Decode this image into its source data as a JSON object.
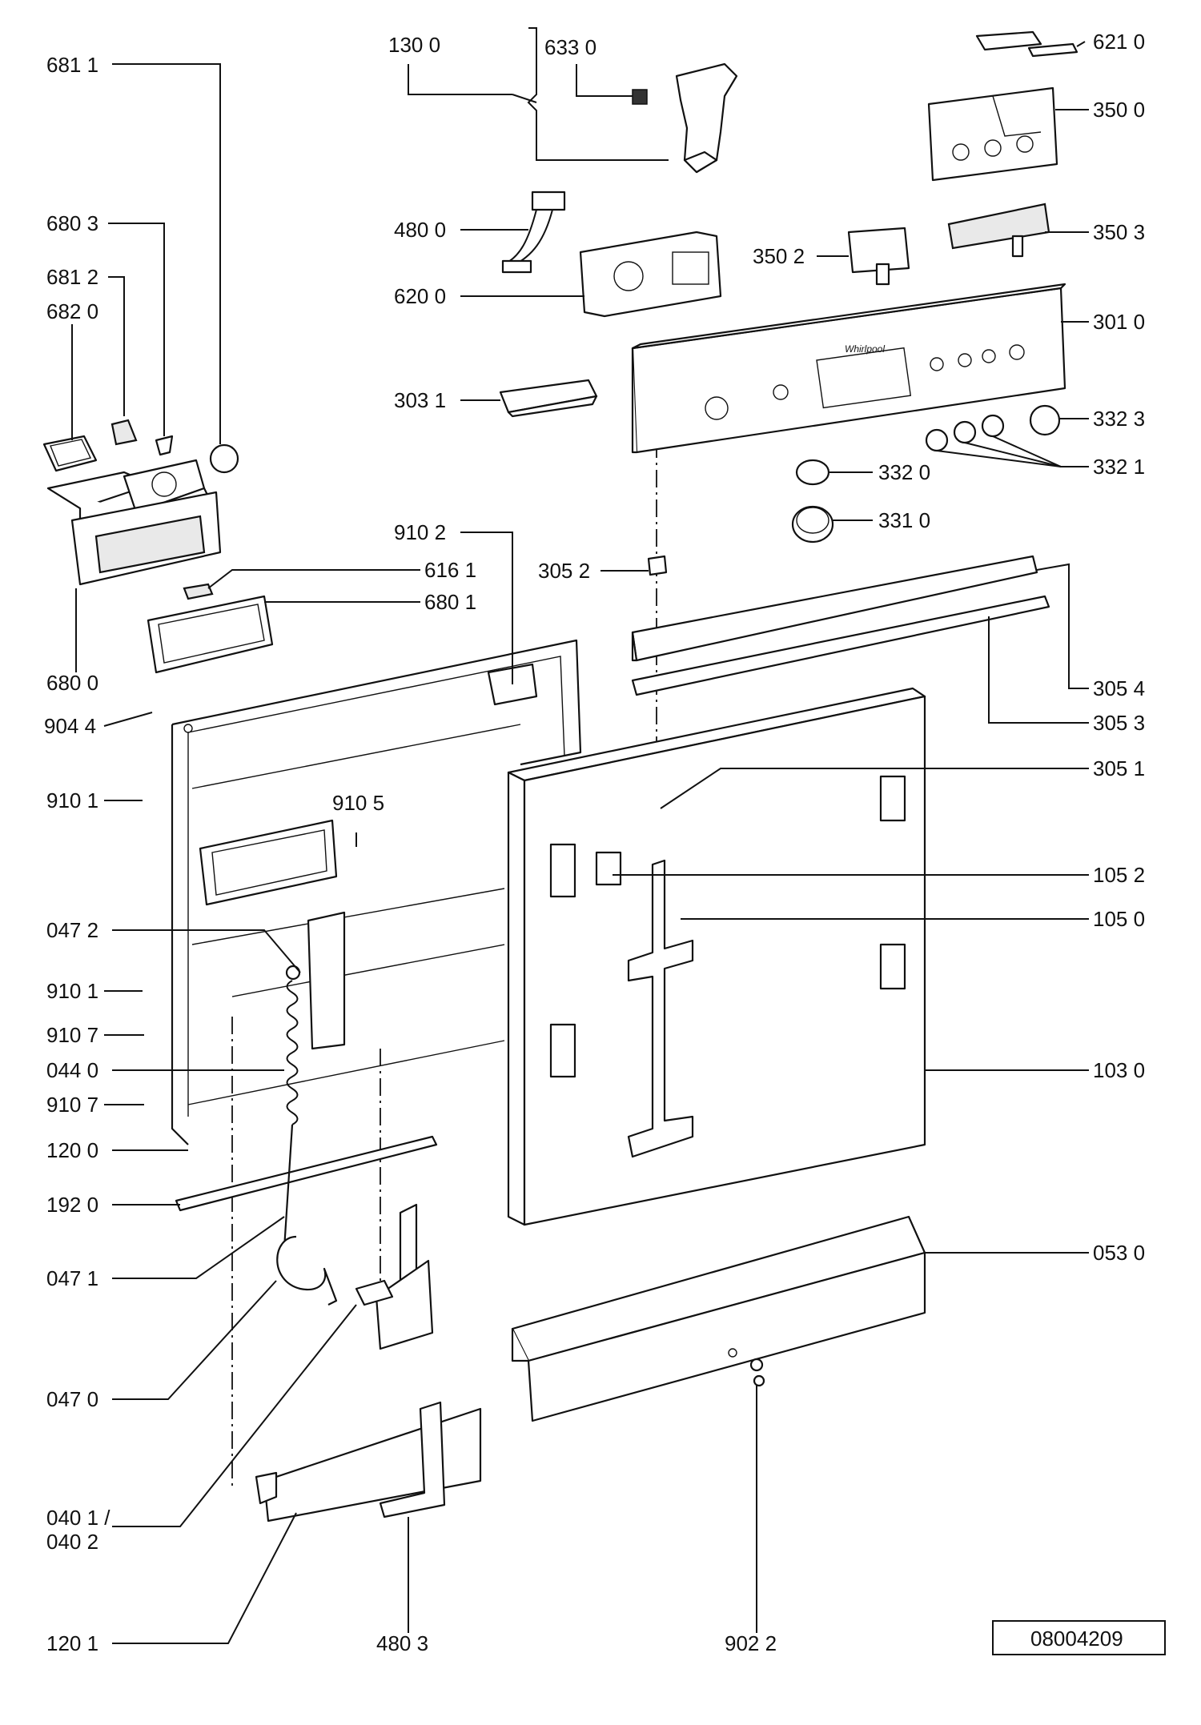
{
  "labels": {
    "l_6811": "681 1",
    "l_6803": "680 3",
    "l_6812": "681 2",
    "l_6820": "682 0",
    "l_1300": "130 0",
    "l_6330": "633 0",
    "l_4800": "480 0",
    "l_6200": "620 0",
    "l_3031": "303 1",
    "l_9102": "910 2",
    "l_3052": "305 2",
    "l_6161": "616 1",
    "l_6801": "680 1",
    "l_6800": "680 0",
    "l_9044": "904 4",
    "l_9101a": "910 1",
    "l_9105": "910 5",
    "l_0472": "047 2",
    "l_9101b": "910 1",
    "l_9107a": "910 7",
    "l_0440": "044 0",
    "l_9107b": "910 7",
    "l_1200": "120 0",
    "l_1920": "192 0",
    "l_0471": "047 1",
    "l_0470": "047 0",
    "l_0401": "040 1 /",
    "l_0402": "040 2",
    "l_1201": "120 1",
    "l_4803": "480 3",
    "l_9022": "902 2",
    "l_6210": "621 0",
    "l_3500": "350 0",
    "l_3502": "350 2",
    "l_3503": "350 3",
    "l_3010": "301 0",
    "l_3323": "332 3",
    "l_3321": "332 1",
    "l_3320": "332 0",
    "l_3310": "331 0",
    "l_3054": "305 4",
    "l_3053": "305 3",
    "l_3051": "305 1",
    "l_1052": "105 2",
    "l_1050": "105 0",
    "l_1030": "103 0",
    "l_0530": "053 0"
  },
  "brand_logo_text": "Whirlpool",
  "doc_number": "08004209"
}
